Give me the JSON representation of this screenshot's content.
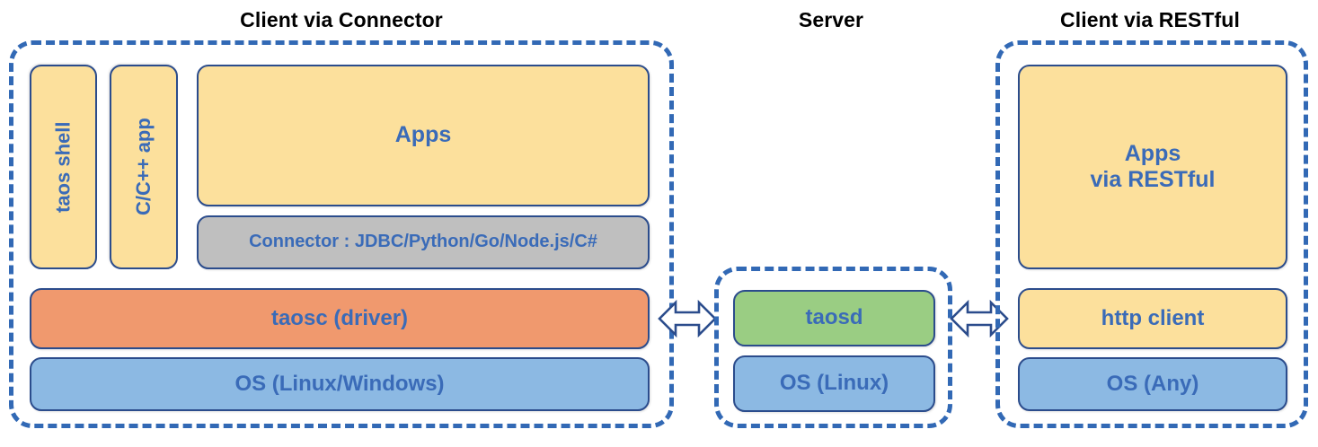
{
  "diagram": {
    "title_color": "#000000",
    "label_color": "#3A6BB8",
    "dashed_border_color": "#3269B5",
    "node_border_color": "#2B4C8C",
    "palette": {
      "yellow": "#FCE09C",
      "orange": "#F0996E",
      "blue": "#8CB9E3",
      "green": "#9ACD83",
      "gray": "#BFBFBF"
    },
    "sections": [
      {
        "id": "client-connector",
        "title": "Client via Connector",
        "nodes": [
          {
            "id": "taos-shell",
            "label": "taos shell",
            "color": "yellow",
            "orientation": "vertical"
          },
          {
            "id": "c-cpp-app",
            "label": "C/C++ app",
            "color": "yellow",
            "orientation": "vertical"
          },
          {
            "id": "apps",
            "label": "Apps",
            "color": "yellow",
            "orientation": "horizontal"
          },
          {
            "id": "connector",
            "label": "Connector : JDBC/Python/Go/Node.js/C#",
            "color": "gray",
            "orientation": "horizontal"
          },
          {
            "id": "taosc-driver",
            "label": "taosc (driver)",
            "color": "orange",
            "orientation": "horizontal"
          },
          {
            "id": "os-linux-windows",
            "label": "OS (Linux/Windows)",
            "color": "blue",
            "orientation": "horizontal"
          }
        ]
      },
      {
        "id": "server",
        "title": "Server",
        "nodes": [
          {
            "id": "taosd",
            "label": "taosd",
            "color": "green",
            "orientation": "horizontal"
          },
          {
            "id": "os-linux",
            "label": "OS (Linux)",
            "color": "blue",
            "orientation": "horizontal"
          }
        ]
      },
      {
        "id": "client-restful",
        "title": "Client via RESTful",
        "nodes": [
          {
            "id": "apps-via-restful",
            "label": "Apps\nvia RESTful",
            "line1": "Apps",
            "line2": "via RESTful",
            "color": "yellow",
            "orientation": "horizontal"
          },
          {
            "id": "http-client",
            "label": "http client",
            "color": "yellow",
            "orientation": "horizontal"
          },
          {
            "id": "os-any",
            "label": "OS (Any)",
            "color": "blue",
            "orientation": "horizontal"
          }
        ]
      }
    ],
    "connectors": [
      {
        "id": "arrow-client-to-server",
        "icon": "double-arrow-horizontal-icon",
        "from": "client-connector",
        "to": "server"
      },
      {
        "id": "arrow-server-to-restful",
        "icon": "double-arrow-horizontal-icon",
        "from": "server",
        "to": "client-restful"
      }
    ]
  }
}
